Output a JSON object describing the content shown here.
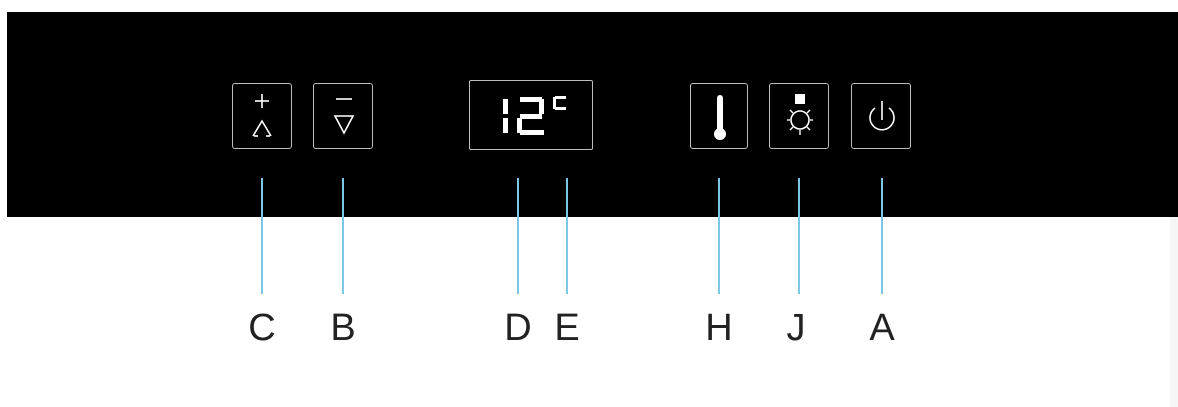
{
  "display": {
    "temperature": "12",
    "unit": "C"
  },
  "buttons": {
    "increase": {
      "icon": "plus-triangle-up-icon",
      "callout": "C"
    },
    "decrease": {
      "icon": "minus-triangle-down-icon",
      "callout": "B"
    },
    "display": {
      "callouts": [
        "D",
        "E"
      ]
    },
    "temperature": {
      "icon": "thermometer-icon",
      "callout": "H"
    },
    "light": {
      "icon": "light-bulb-icon",
      "callout": "J"
    },
    "power": {
      "icon": "power-icon",
      "callout": "A"
    }
  },
  "colors": {
    "panel": "#000000",
    "button_border": "#bdbdbd",
    "symbol": "#ffffff",
    "leader_line": "#7cc6e6",
    "callout_text": "#222222"
  }
}
